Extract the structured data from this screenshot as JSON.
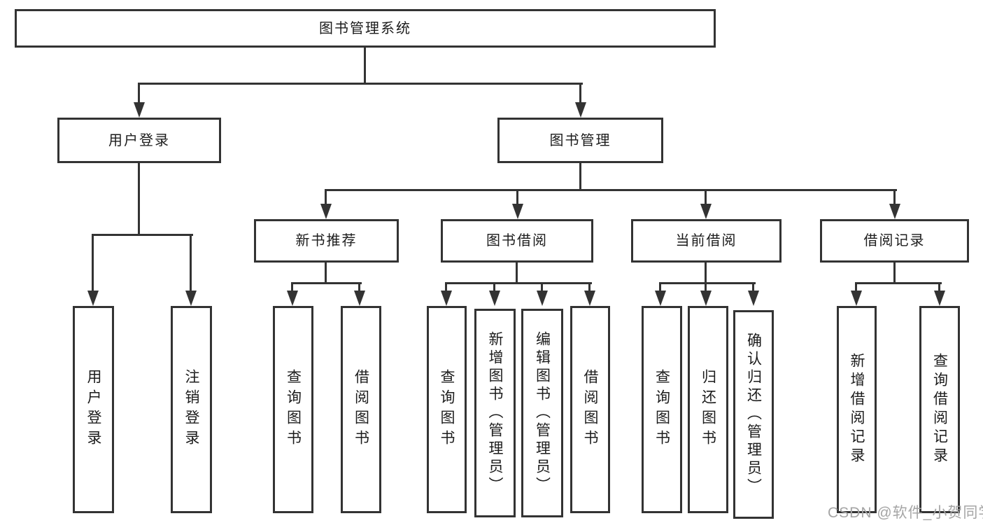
{
  "diagram": {
    "root": "图书管理系统",
    "branches": {
      "user_login": "用户登录",
      "book_management": "图书管理"
    },
    "modules": {
      "new_book_recommend": "新书推荐",
      "book_borrow": "图书借阅",
      "current_borrow": "当前借阅",
      "borrow_records": "借阅记录"
    },
    "functions": {
      "user_login": "用户登录",
      "logout": "注销登录",
      "recommend_query_book": "查询图书",
      "recommend_borrow_book": "借阅图书",
      "borrow_query_book": "查询图书",
      "borrow_add_book": "新增图书（管理员）",
      "borrow_edit_book": "编辑图书（管理员）",
      "borrow_borrow_book": "借阅图书",
      "current_query_book": "查询图书",
      "current_return_book": "归还图书",
      "current_confirm_return": "确认归还（管理员）",
      "records_add_record": "新增借阅记录",
      "records_query_record": "查询借阅记录"
    },
    "watermark": "CSDN @软件_小贺同学"
  },
  "colors": {
    "line": "#333333",
    "text": "#1c1c1c",
    "watermark": "#a5a5a5",
    "background": "#ffffff"
  }
}
